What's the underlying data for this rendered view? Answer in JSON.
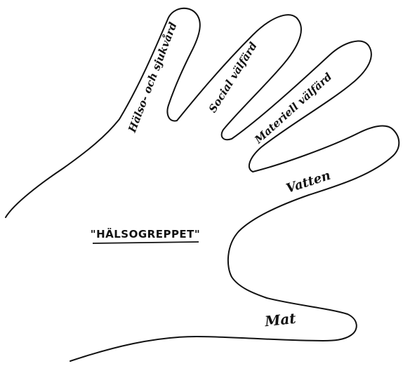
{
  "center_label": "\"HÄLSOGREPPET\"",
  "fingers": [
    {
      "label": "Hälso- och sjukvård"
    },
    {
      "label": "Social välfärd"
    },
    {
      "label": "Materiell välfärd"
    },
    {
      "label": "Vatten"
    },
    {
      "label": "Mat"
    }
  ],
  "colors": {
    "ink": "#111111",
    "background": "#ffffff"
  }
}
